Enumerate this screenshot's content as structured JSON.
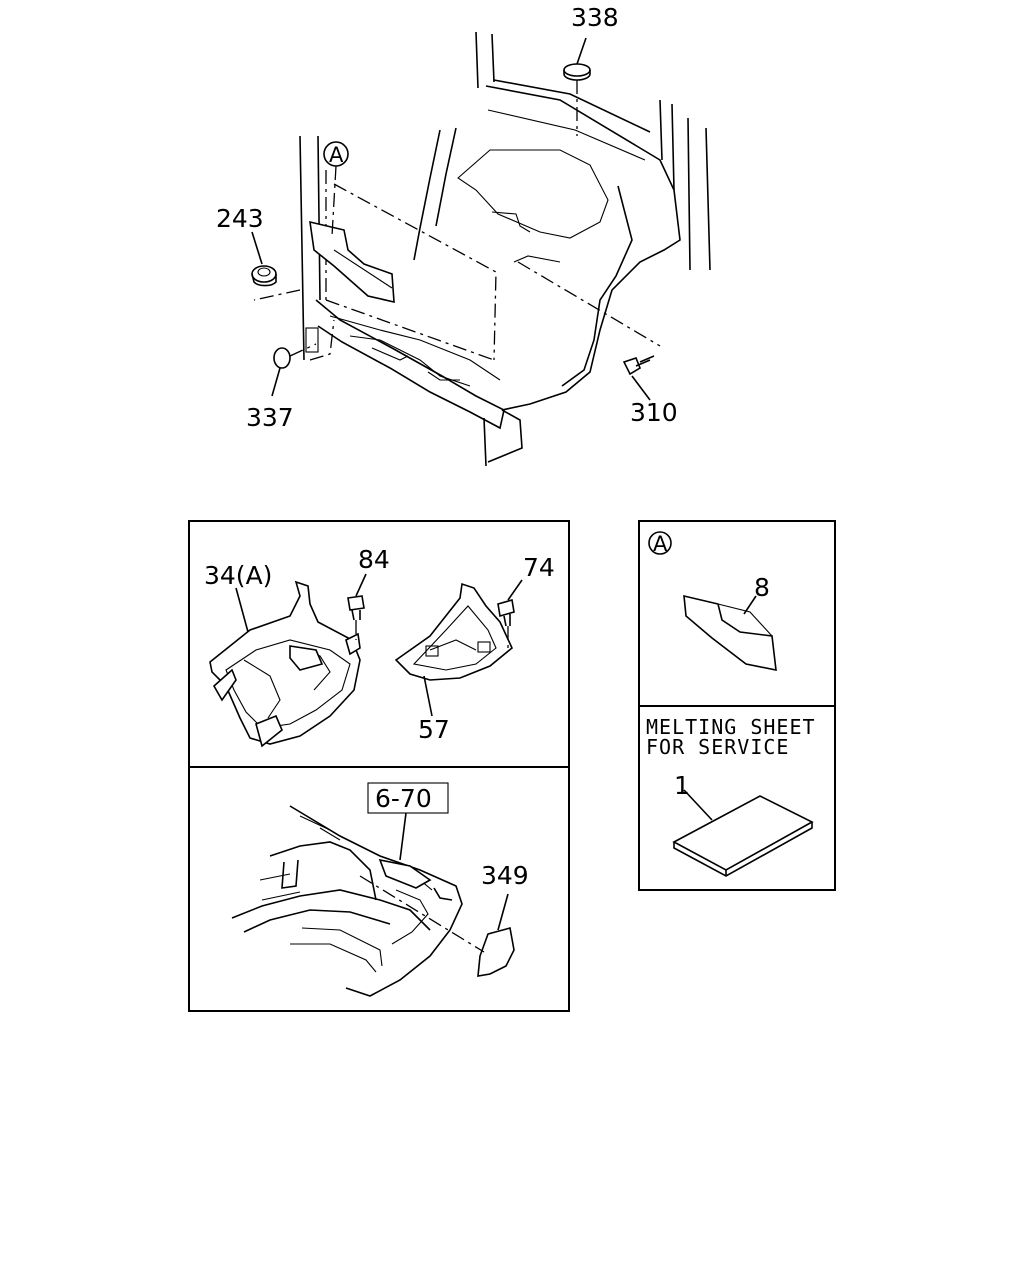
{
  "callouts": {
    "c338": "338",
    "c243": "243",
    "c337": "337",
    "c310": "310",
    "c34a": "34(A)",
    "c84": "84",
    "c74": "74",
    "c57": "57",
    "c670": "6-70",
    "c349": "349",
    "c8": "8",
    "c1": "1"
  },
  "markers": {
    "a_main": "A",
    "a_detail": "A"
  },
  "note": {
    "line1": "MELTING SHEET",
    "line2": "FOR SERVICE"
  }
}
